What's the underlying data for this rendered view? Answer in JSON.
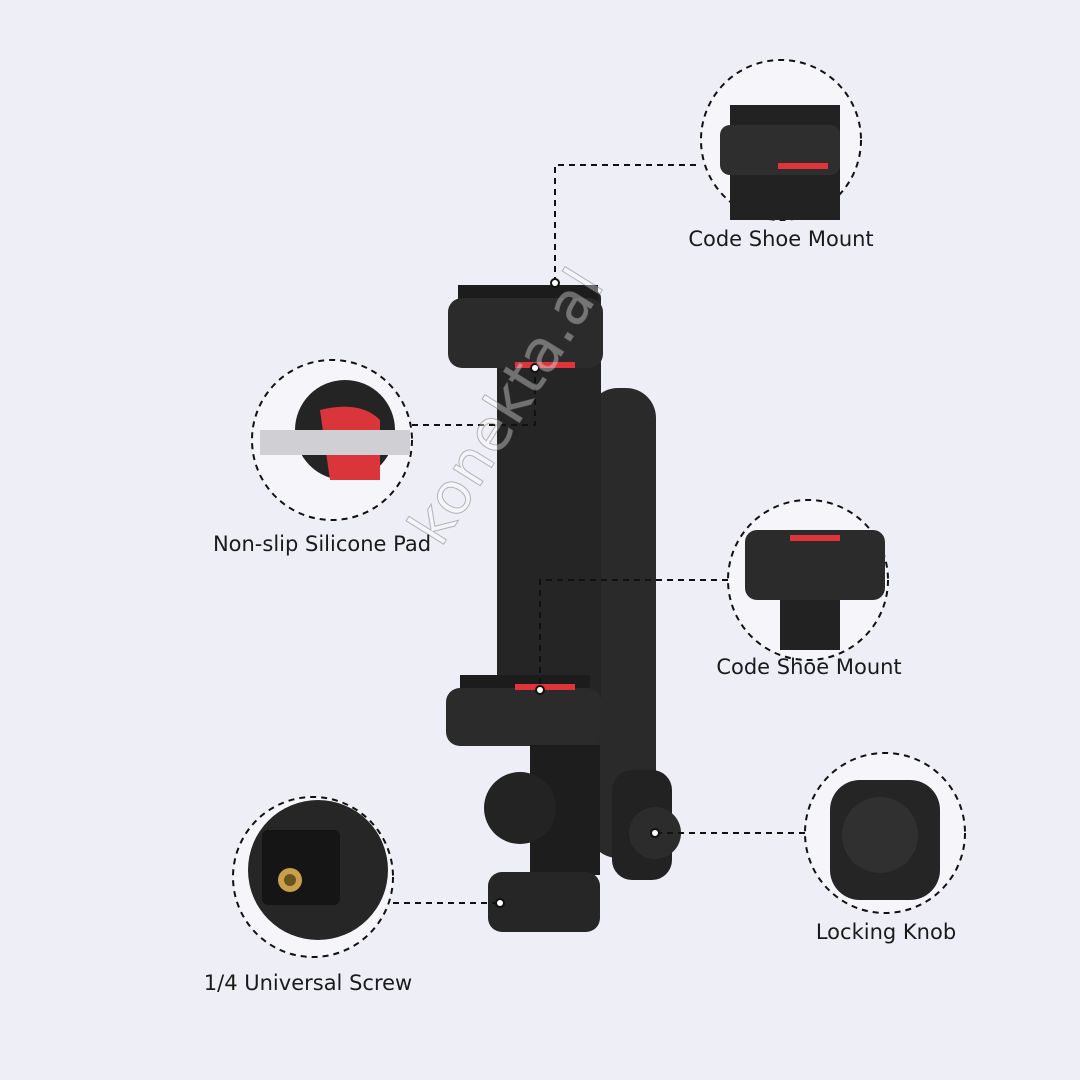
{
  "callouts": [
    {
      "label": "Code Shoe Mount"
    },
    {
      "label": "Non-slip Silicone Pad"
    },
    {
      "label": "Code Shoe Mount"
    },
    {
      "label": "Locking Knob"
    },
    {
      "label": "1/4 Universal Screw"
    }
  ],
  "watermark": "konekta.al",
  "colors": {
    "background": "#eeeef6",
    "product": "#1e1e1e",
    "pad": "#e0333a"
  }
}
